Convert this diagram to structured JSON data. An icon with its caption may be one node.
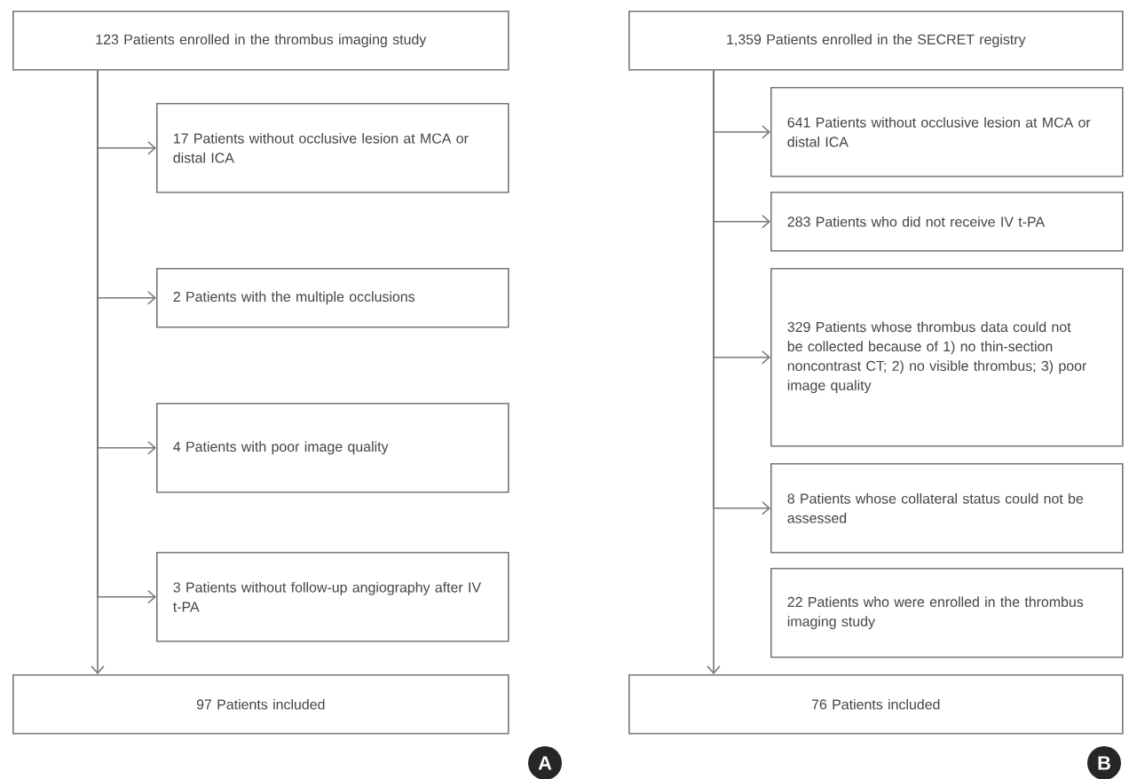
{
  "diagram": {
    "nodes": [
      {
        "text": [
          "123 Patients enrolled in the thrombus imaging study"
        ]
      },
      {
        "text": [
          "17 Patients without occlusive lesion at MCA or distal ICA"
        ]
      },
      {
        "text": [
          "2 Patients with the multiple occlusions"
        ]
      },
      {
        "text": [
          "4 Patients with poor image quality"
        ]
      },
      {
        "text": [
          "3 Patients without follow-up angiography after IV t-PA"
        ]
      },
      {
        "text": [
          "97 Patients included"
        ]
      },
      {
        "text": [
          "1,359 Patients enrolled in the SECRET registry"
        ]
      },
      {
        "text": [
          "641 Patients without occlusive lesion at MCA or distal ICA"
        ]
      },
      {
        "text": [
          "283 Patients who did not receive IV t-PA"
        ]
      },
      {
        "text": [
          "329 Patients whose thrombus data could not be collected because of 1) no thin-section noncontrast CT; 2) no visible thrombus; 3) poor image quality"
        ]
      },
      {
        "text": [
          "8 Patients whose collateral status could not be assessed"
        ]
      },
      {
        "text": [
          "22 Patients who were enrolled in the thrombus imaging study"
        ]
      },
      {
        "text": [
          "76 Patients included"
        ]
      }
    ],
    "edges": [
      {
        "from": 0,
        "to": 1,
        "arrow": "to"
      },
      {
        "from": 0,
        "to": 2,
        "arrow": "to"
      },
      {
        "from": 0,
        "to": 3,
        "arrow": "to"
      },
      {
        "from": 0,
        "to": 4,
        "arrow": "to"
      },
      {
        "from": 0,
        "to": 5,
        "arrow": "to"
      },
      {
        "from": 6,
        "to": 7,
        "arrow": "to"
      },
      {
        "from": 6,
        "to": 8,
        "arrow": "to"
      },
      {
        "from": 6,
        "to": 9,
        "arrow": "to"
      },
      {
        "from": 6,
        "to": 10,
        "arrow": "to"
      },
      {
        "from": 6,
        "to": 12,
        "arrow": "to"
      }
    ],
    "labels": [
      "A",
      "B"
    ]
  }
}
